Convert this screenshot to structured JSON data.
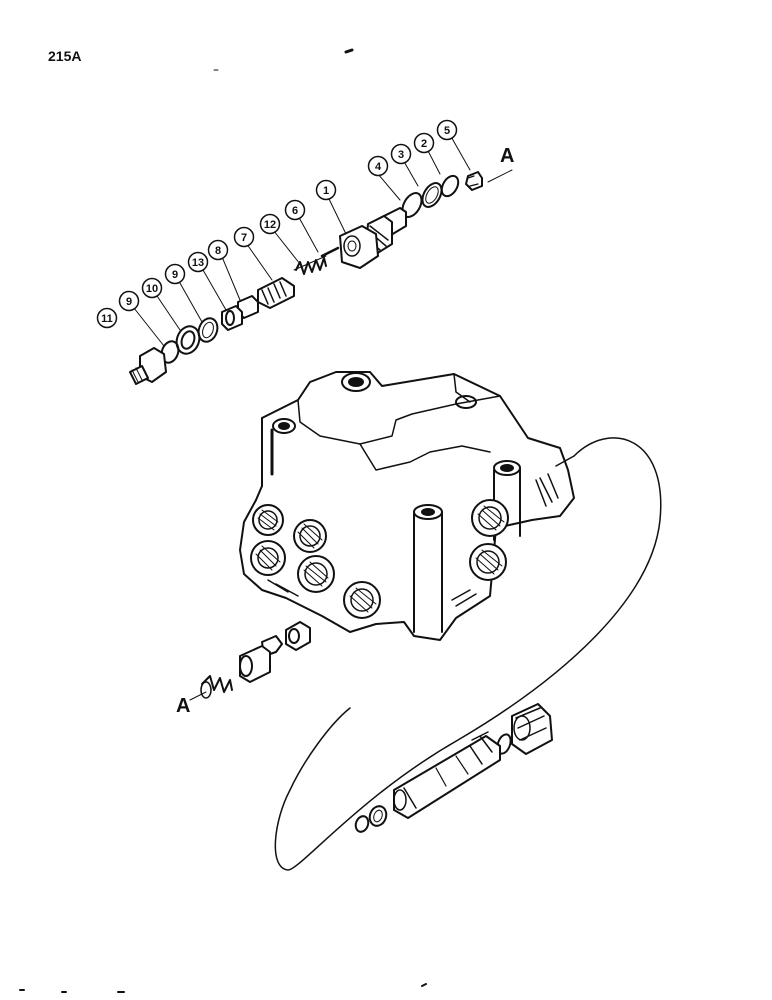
{
  "page_code": "215A",
  "references": [
    {
      "id": "ref-top",
      "label": "A"
    },
    {
      "id": "ref-bottom",
      "label": "A"
    }
  ],
  "callouts": [
    {
      "id": "c1",
      "label": "1"
    },
    {
      "id": "c2",
      "label": "2"
    },
    {
      "id": "c3",
      "label": "3"
    },
    {
      "id": "c4",
      "label": "4"
    },
    {
      "id": "c5",
      "label": "5"
    },
    {
      "id": "c6",
      "label": "6"
    },
    {
      "id": "c7",
      "label": "7"
    },
    {
      "id": "c8",
      "label": "8"
    },
    {
      "id": "c9a",
      "label": "9"
    },
    {
      "id": "c9b",
      "label": "9"
    },
    {
      "id": "c10",
      "label": "10"
    },
    {
      "id": "c11",
      "label": "11"
    },
    {
      "id": "c12",
      "label": "12"
    },
    {
      "id": "c13",
      "label": "13"
    }
  ]
}
